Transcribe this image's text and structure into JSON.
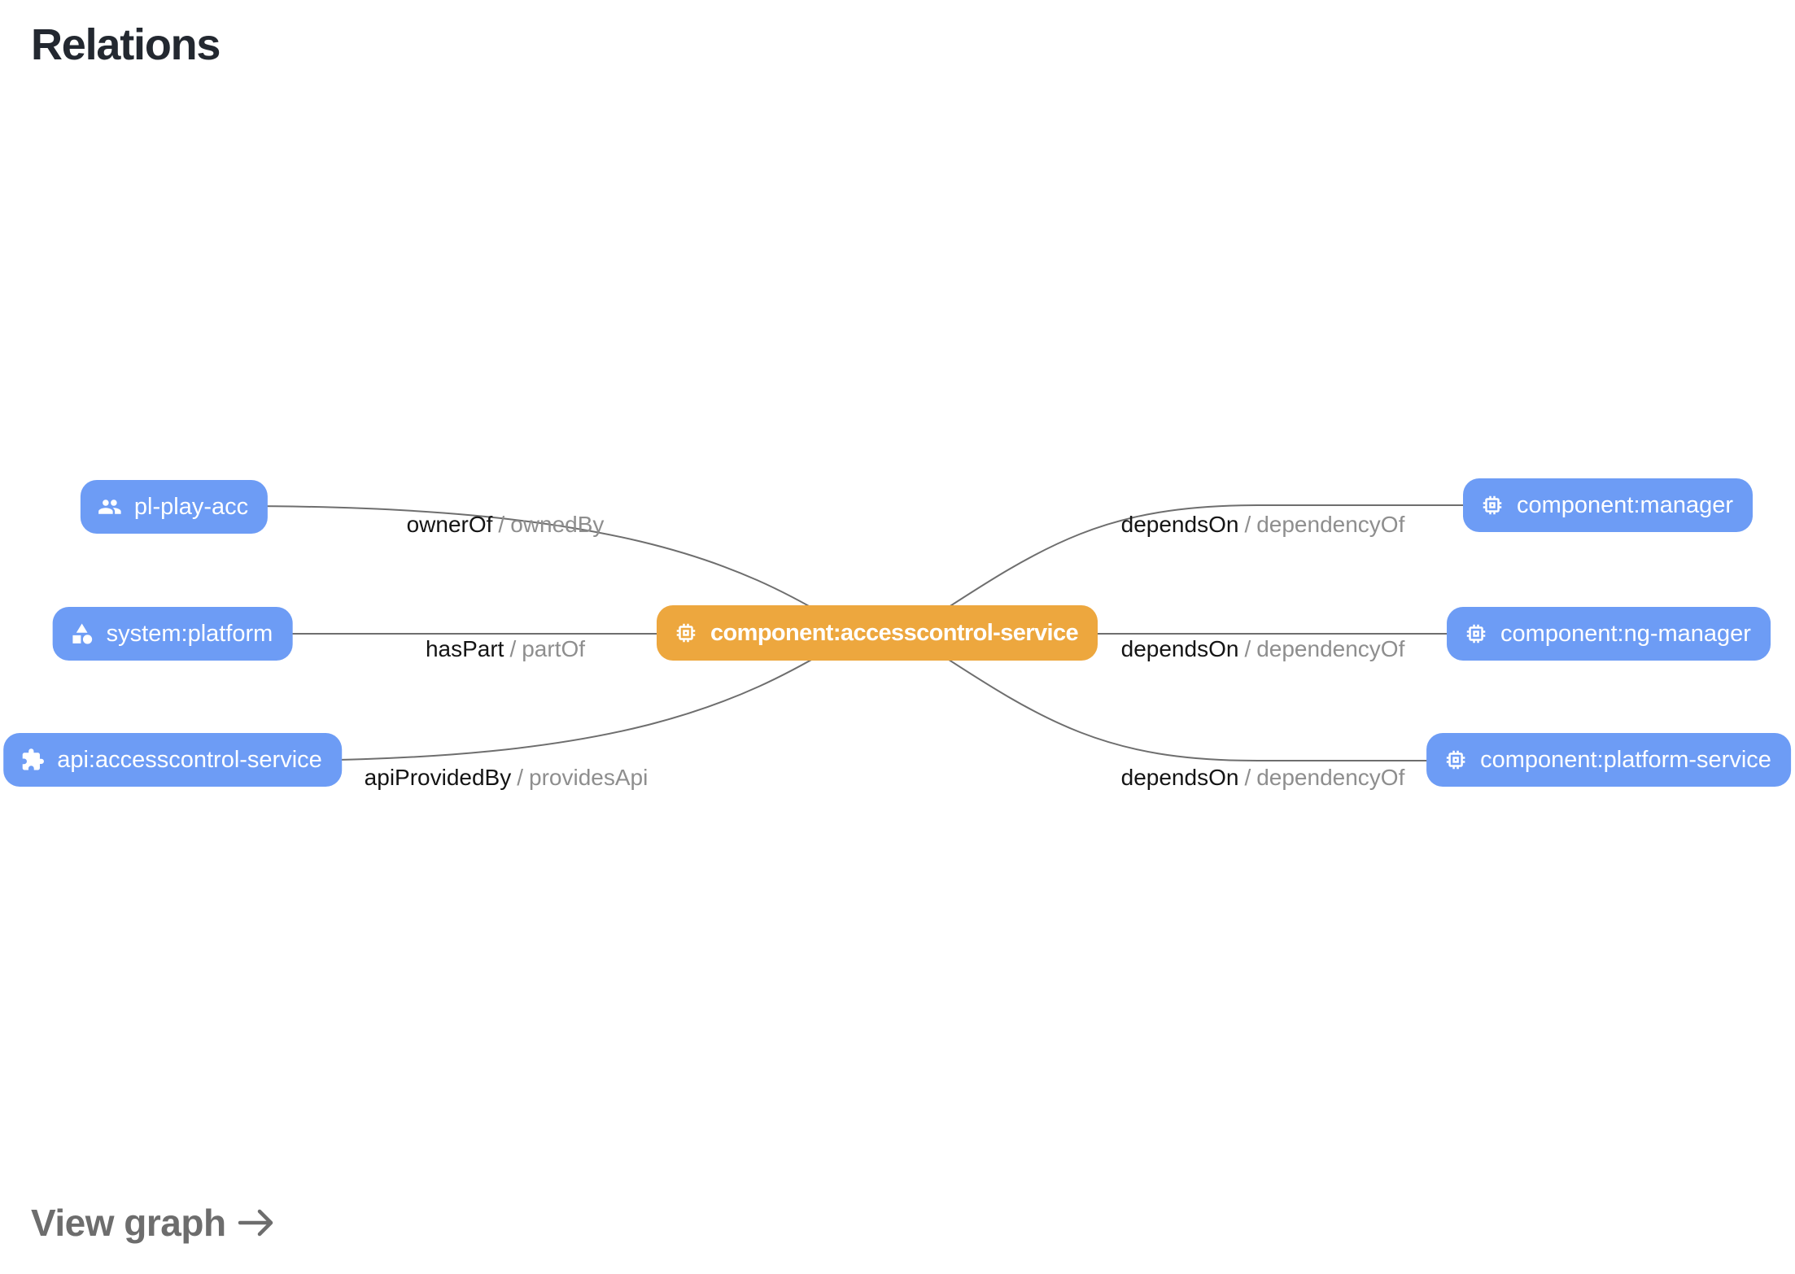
{
  "page": {
    "title": "Relations"
  },
  "colors": {
    "node_blue": "#6d9cf5",
    "node_orange": "#eda73e",
    "node_text": "#ffffff",
    "edge_line": "#6e6e6e",
    "edge_label_primary": "#141414",
    "edge_label_secondary": "#8e8e8e",
    "title_text": "#232830",
    "view_graph_text": "#6d6d6d",
    "background": "#ffffff"
  },
  "graph": {
    "center_node": {
      "label": "component:accesscontrol-service",
      "icon": "memory-chip-icon"
    },
    "left_nodes": [
      {
        "label": "pl-play-acc",
        "icon": "group-icon"
      },
      {
        "label": "system:platform",
        "icon": "category-icon"
      },
      {
        "label": "api:accesscontrol-service",
        "icon": "extension-icon"
      }
    ],
    "right_nodes": [
      {
        "label": "component:manager",
        "icon": "memory-chip-icon"
      },
      {
        "label": "component:ng-manager",
        "icon": "memory-chip-icon"
      },
      {
        "label": "component:platform-service",
        "icon": "memory-chip-icon"
      }
    ],
    "edges_left": [
      {
        "primary": "ownerOf",
        "separator": "/",
        "secondary": "ownedBy"
      },
      {
        "primary": "hasPart",
        "separator": "/",
        "secondary": "partOf"
      },
      {
        "primary": "apiProvidedBy",
        "separator": "/",
        "secondary": "providesApi"
      }
    ],
    "edges_right": [
      {
        "primary": "dependsOn",
        "separator": "/",
        "secondary": "dependencyOf"
      },
      {
        "primary": "dependsOn",
        "separator": "/",
        "secondary": "dependencyOf"
      },
      {
        "primary": "dependsOn",
        "separator": "/",
        "secondary": "dependencyOf"
      }
    ]
  },
  "footer": {
    "view_graph_label": "View graph",
    "arrow_icon": "arrow-right-icon"
  }
}
